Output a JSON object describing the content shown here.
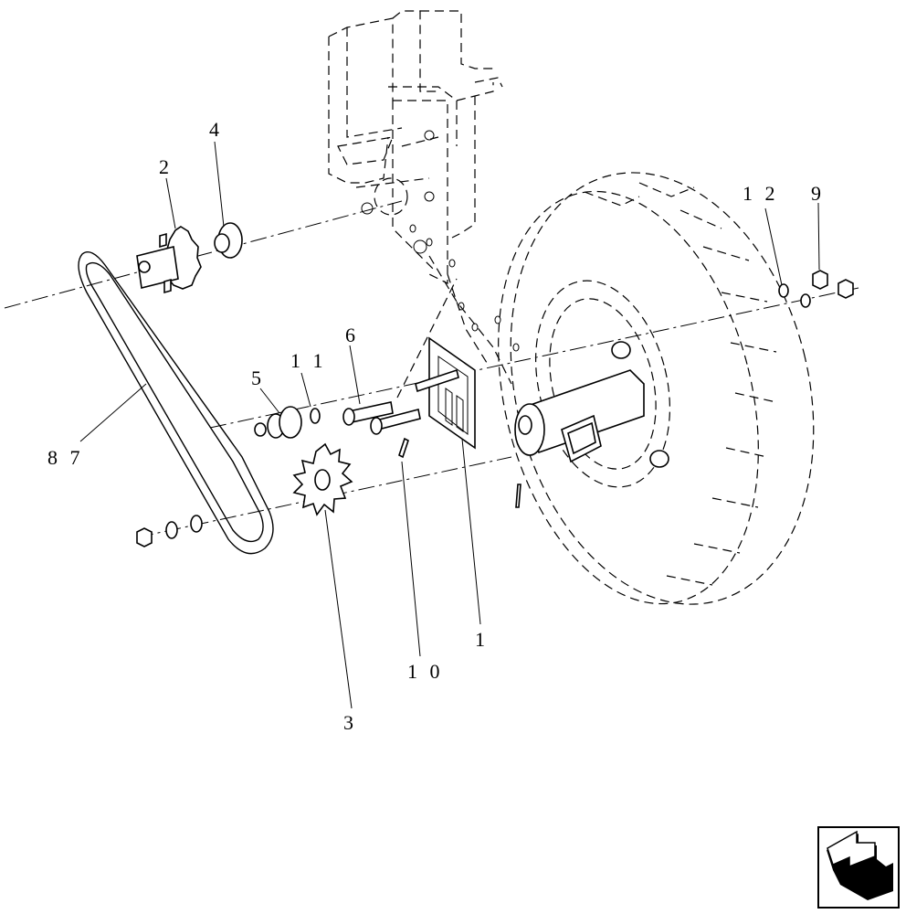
{
  "callouts": {
    "c1": "1",
    "c2": "2",
    "c3": "3",
    "c4": "4",
    "c5": "5",
    "c6": "6",
    "c87": "8 7",
    "c9": "9",
    "c10": "1 0",
    "c11": "1 1",
    "c12": "1 2"
  },
  "icons": {
    "nav": "return-arrow-icon"
  }
}
